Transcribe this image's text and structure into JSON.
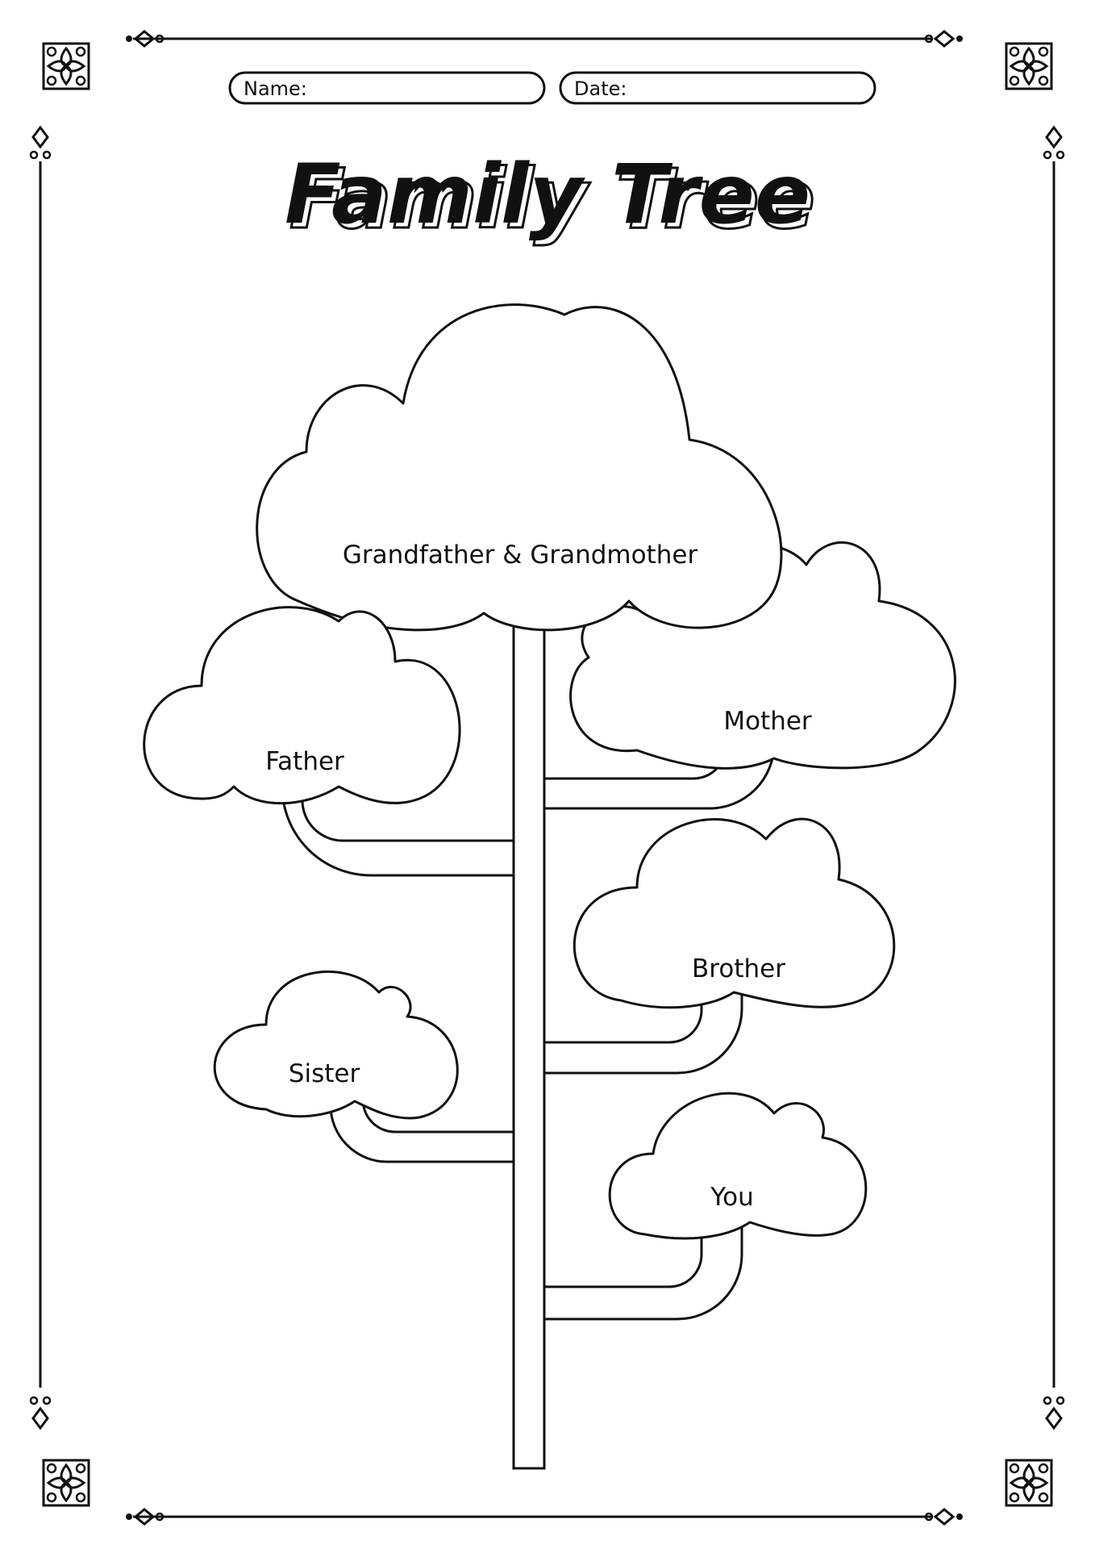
{
  "header": {
    "name_label": "Name:",
    "date_label": "Date:"
  },
  "title": "Family Tree",
  "tree": {
    "grandparents": "Grandfather & Grandmother",
    "father": "Father",
    "mother": "Mother",
    "brother": "Brother",
    "sister": "Sister",
    "you": "You"
  },
  "icons": {
    "corner": "ornate-corner-icon",
    "edge": "diamond-scroll-icon"
  },
  "colors": {
    "ink": "#111111",
    "paper": "#ffffff"
  }
}
